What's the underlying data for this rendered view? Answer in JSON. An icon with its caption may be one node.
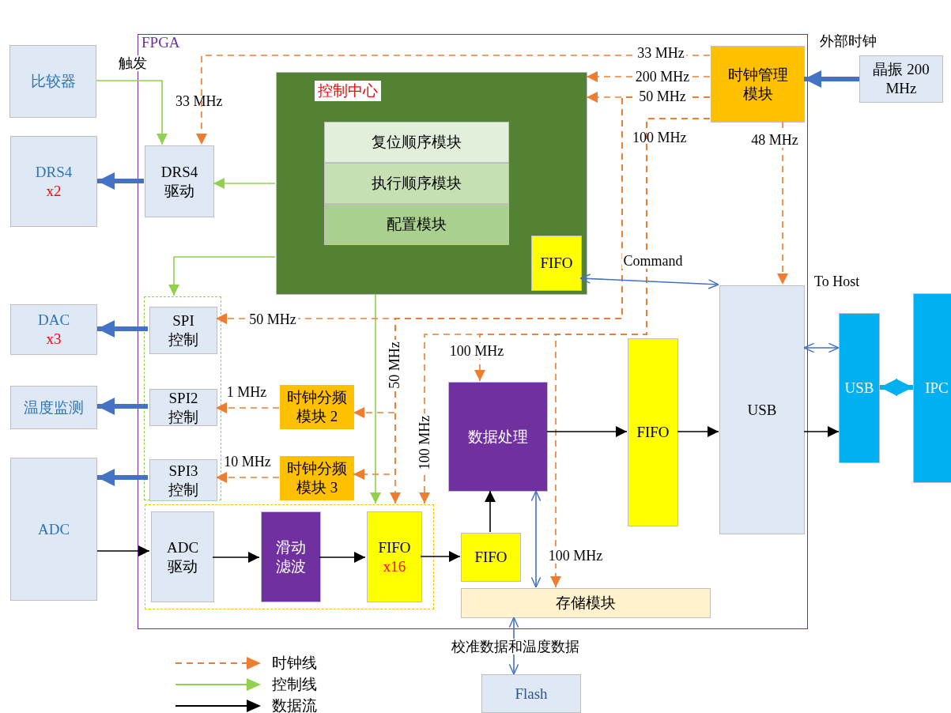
{
  "diagram": {
    "nodes": [
      {
        "text": [
          "FPGA"
        ]
      },
      {
        "text": [
          "时钟管理模块"
        ],
        "in": 0
      },
      {
        "text": [
          "控制中心"
        ],
        "in": 0
      },
      {
        "text": [
          "复位顺序模块"
        ],
        "in": 2
      },
      {
        "text": [
          "执行顺序模块"
        ],
        "in": 2
      },
      {
        "text": [
          "配置模块"
        ],
        "in": 2
      },
      {
        "text": [
          "FIFO"
        ],
        "in": 2
      },
      {
        "text": [
          "DRS4 驱动"
        ],
        "in": 0
      },
      {
        "text": [],
        "shape": "box",
        "in": 0
      },
      {
        "text": [
          "SPI 控制"
        ],
        "in": 8
      },
      {
        "text": [
          "SPI2 控制"
        ],
        "in": 8
      },
      {
        "text": [
          "SPI3 控制"
        ],
        "in": 8
      },
      {
        "text": [
          "时钟分频模块 2"
        ],
        "in": 0
      },
      {
        "text": [
          "时钟分频模块 3"
        ],
        "in": 0
      },
      {
        "text": [],
        "shape": "box",
        "in": 0
      },
      {
        "text": [
          "ADC 驱动"
        ],
        "in": 14
      },
      {
        "text": [
          "滑动滤波"
        ],
        "in": 14
      },
      {
        "text": [
          "FIFO",
          "x16"
        ],
        "in": 14
      },
      {
        "text": [
          "数据处理"
        ],
        "in": 0
      },
      {
        "text": [
          "FIFO"
        ],
        "in": 0
      },
      {
        "text": [
          "FIFO"
        ],
        "in": 0
      },
      {
        "text": [
          "USB"
        ],
        "in": 0
      },
      {
        "text": [
          "存储模块"
        ],
        "in": 0
      },
      {
        "text": [
          "比较器"
        ]
      },
      {
        "text": [
          "DRS4",
          "x2"
        ]
      },
      {
        "text": [
          "DAC",
          "x3"
        ]
      },
      {
        "text": [
          "温度监测"
        ]
      },
      {
        "text": [
          "ADC"
        ]
      },
      {
        "text": [
          "晶振 200 MHz"
        ],
        "beside": [
          "外部时钟"
        ]
      },
      {
        "text": [
          "USB"
        ]
      },
      {
        "text": [
          "IPC"
        ]
      },
      {
        "text": [
          "Flash"
        ]
      }
    ],
    "edges": [
      {
        "from": 23,
        "to": 7,
        "arrow": "to",
        "label": "触发",
        "color": "#92d050"
      },
      {
        "from": 2,
        "to": 7,
        "arrow": "to",
        "color": "#92d050"
      },
      {
        "from": 2,
        "to": 8,
        "arrow": "to",
        "color": "#92d050"
      },
      {
        "from": 2,
        "to": 14,
        "arrow": "to",
        "color": "#92d050"
      },
      {
        "from": 1,
        "to": 7,
        "arrow": "to",
        "label": "33 MHz",
        "style": "dashed",
        "color": "#ed7d31"
      },
      {
        "from": 1,
        "to": 2,
        "arrow": "to",
        "label": "200 MHz",
        "style": "dashed",
        "color": "#ed7d31"
      },
      {
        "from": 1,
        "to": 2,
        "arrow": "to",
        "label": "50 MHz",
        "style": "dashed",
        "color": "#ed7d31"
      },
      {
        "from": 1,
        "to": 9,
        "arrow": "to",
        "label": "50 MHz",
        "style": "dashed",
        "color": "#ed7d31"
      },
      {
        "from": 1,
        "to": 12,
        "arrow": "to",
        "style": "dashed",
        "color": "#ed7d31"
      },
      {
        "from": 1,
        "to": 13,
        "arrow": "to",
        "style": "dashed",
        "color": "#ed7d31"
      },
      {
        "from": 12,
        "to": 10,
        "arrow": "to",
        "label": "1 MHz",
        "style": "dashed",
        "color": "#ed7d31"
      },
      {
        "from": 13,
        "to": 11,
        "arrow": "to",
        "label": "10 MHz",
        "style": "dashed",
        "color": "#ed7d31"
      },
      {
        "from": 1,
        "to": 14,
        "arrow": "to",
        "label": "50 MHz",
        "style": "dashed",
        "color": "#ed7d31"
      },
      {
        "from": 1,
        "to": 14,
        "arrow": "to",
        "label": "100 MHz",
        "style": "dashed",
        "color": "#ed7d31"
      },
      {
        "from": 1,
        "to": 18,
        "arrow": "to",
        "label": "100 MHz",
        "style": "dashed",
        "color": "#ed7d31"
      },
      {
        "from": 1,
        "to": 22,
        "arrow": "to",
        "label": "100 MHz",
        "style": "dashed",
        "color": "#ed7d31"
      },
      {
        "from": 1,
        "to": 21,
        "arrow": "to",
        "label": "48 MHz",
        "style": "dashed",
        "color": "#ed7d31"
      },
      {
        "from": 6,
        "to": 21,
        "arrow": "both",
        "label": "Command",
        "color": "#4472c4"
      },
      {
        "from": 28,
        "to": 1,
        "arrow": "to",
        "style": "thick",
        "color": "#4472c4"
      },
      {
        "from": 7,
        "to": 24,
        "arrow": "to",
        "style": "thick",
        "color": "#4472c4"
      },
      {
        "from": 9,
        "to": 25,
        "arrow": "to",
        "style": "thick",
        "color": "#4472c4"
      },
      {
        "from": 10,
        "to": 26,
        "arrow": "to",
        "style": "thick",
        "color": "#4472c4"
      },
      {
        "from": 11,
        "to": 27,
        "arrow": "to",
        "style": "thick",
        "color": "#4472c4"
      },
      {
        "from": 27,
        "to": 15,
        "arrow": "to",
        "color": "#000000"
      },
      {
        "from": 15,
        "to": 16,
        "arrow": "to",
        "color": "#000000"
      },
      {
        "from": 16,
        "to": 17,
        "arrow": "to",
        "color": "#000000"
      },
      {
        "from": 17,
        "to": 19,
        "arrow": "to",
        "color": "#000000"
      },
      {
        "from": 19,
        "to": 18,
        "arrow": "to",
        "color": "#000000"
      },
      {
        "from": 18,
        "to": 20,
        "arrow": "to",
        "color": "#000000"
      },
      {
        "from": 20,
        "to": 21,
        "arrow": "to",
        "color": "#000000"
      },
      {
        "from": 21,
        "to": 29,
        "arrow": "to",
        "color": "#000000"
      },
      {
        "from": 21,
        "to": 29,
        "arrow": "both",
        "color": "#4472c4"
      },
      {
        "from": 18,
        "to": 22,
        "arrow": "both",
        "color": "#4472c4"
      },
      {
        "from": 29,
        "to": 30,
        "arrow": "both",
        "style": "thick",
        "color": "#00b0f0"
      },
      {
        "from": 22,
        "to": 31,
        "arrow": "both",
        "label": "校准数据和温度数据",
        "color": "#4472c4"
      }
    ],
    "labels": [
      "33 MHz",
      "100 MHz",
      "To Host"
    ],
    "legend": [
      {
        "text": "时钟线"
      },
      {
        "text": "控制线"
      },
      {
        "text": "数据流"
      }
    ]
  }
}
